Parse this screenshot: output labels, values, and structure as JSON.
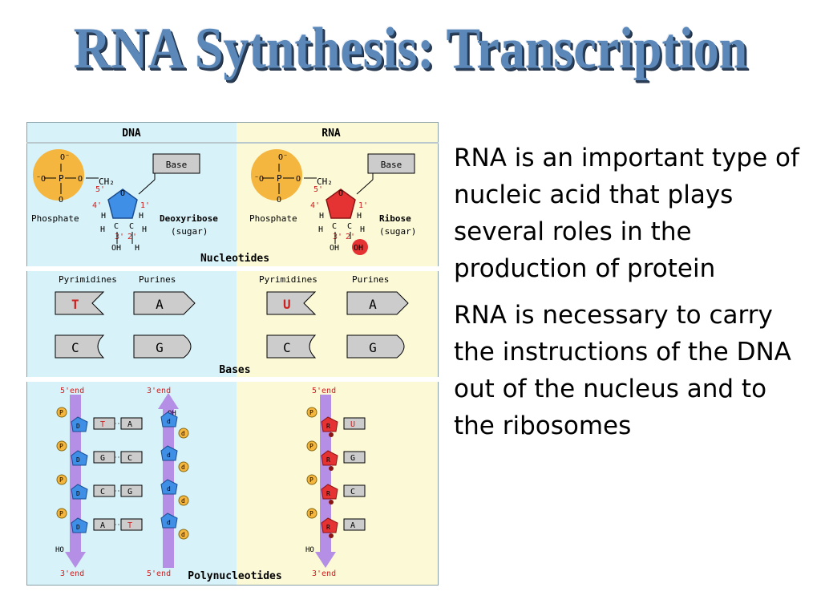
{
  "slide": {
    "title": "RNA Sytnthesis: Transcription",
    "paragraphs": [
      "RNA is an important type of nucleic acid that plays several roles in the production of protein",
      "RNA is necessary to carry the instructions of the DNA out of the nucleus and to the ribosomes"
    ]
  },
  "figure": {
    "headers": {
      "dna": "DNA",
      "rna": "RNA"
    },
    "sections": {
      "nucleotides": "Nucleotides",
      "bases": "Bases",
      "polynucleotides": "Polynucleotides"
    },
    "nucleotide": {
      "phosphate_o_top": "O⁻",
      "phosphate_o_left": "⁻O",
      "phosphate_p": "P",
      "phosphate_o_right": "O",
      "phosphate_o_bottom": "O",
      "ch2": "CH₂",
      "ring_o": "O",
      "c5": "5'",
      "c4": "4'",
      "c3": "3'",
      "c2": "2'",
      "c1": "1'",
      "base": "Base",
      "phosphate_label": "Phosphate",
      "oh": "OH",
      "h": "H",
      "c": "C",
      "dna_sugar_name": "Deoxyribose",
      "rna_sugar_name": "Ribose",
      "sugar_note": "(sugar)"
    },
    "bases_panel": {
      "pyrimidines": "Pyrimidines",
      "purines": "Purines",
      "dna_pyrimidines": [
        "T",
        "C"
      ],
      "dna_purines": [
        "A",
        "G"
      ],
      "rna_pyrimidines": [
        "U",
        "C"
      ],
      "rna_purines": [
        "A",
        "G"
      ]
    },
    "poly": {
      "end5": "5'end",
      "end3": "3'end",
      "oh": "OH",
      "ho": "HO",
      "p": "P",
      "d": "D",
      "r": "R",
      "dna_pairs": [
        [
          "T",
          "A"
        ],
        [
          "G",
          "C"
        ],
        [
          "C",
          "G"
        ],
        [
          "A",
          "T"
        ]
      ],
      "rna_bases": [
        "U",
        "G",
        "C",
        "A"
      ]
    },
    "colors": {
      "dna_bg": "#d7f2f8",
      "rna_bg": "#fbf9d6",
      "phosphate": "#f4b63f",
      "deoxyribose": "#3f8fe6",
      "ribose": "#e53232",
      "backbone": "#b58ee6",
      "thymine": "#cc2222",
      "uracil": "#cc2222"
    }
  }
}
